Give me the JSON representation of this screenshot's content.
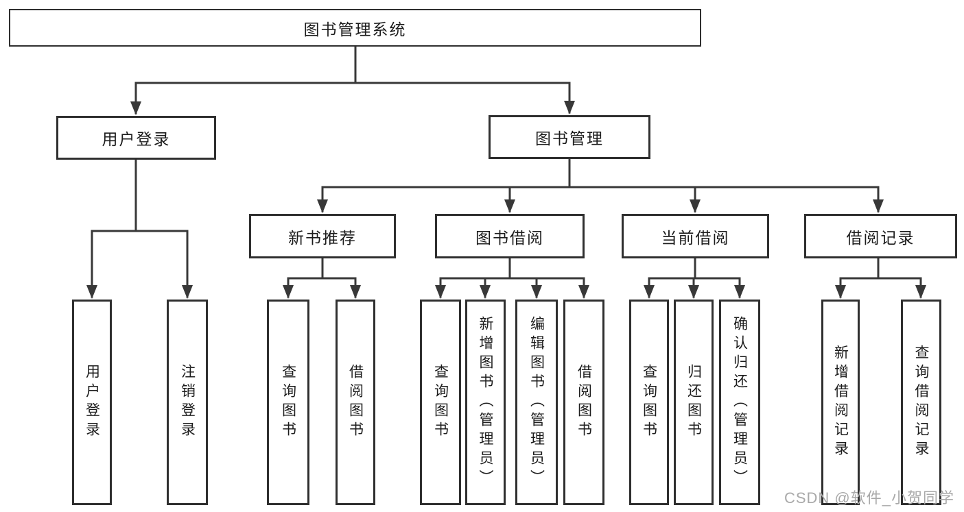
{
  "nodes": {
    "root": "图书管理系统",
    "level2": [
      "用户登录",
      "图书管理"
    ],
    "level3": [
      "新书推荐",
      "图书借阅",
      "当前借阅",
      "借阅记录"
    ],
    "leaves": [
      "用户登录",
      "注销登录",
      "查询图书",
      "借阅图书",
      "查询图书",
      "新增图书（管理员）",
      "编辑图书（管理员）",
      "借阅图书",
      "查询图书",
      "归还图书",
      "确认归还（管理员）",
      "新增借阅记录",
      "查询借阅记录"
    ]
  },
  "watermark": "CSDN @软件_小贺同学",
  "colors": {
    "line": "#383838",
    "border": "#2f2f2f",
    "text": "#1c1c1c",
    "watermark": "#a9a9a9",
    "background": "#ffffff"
  }
}
